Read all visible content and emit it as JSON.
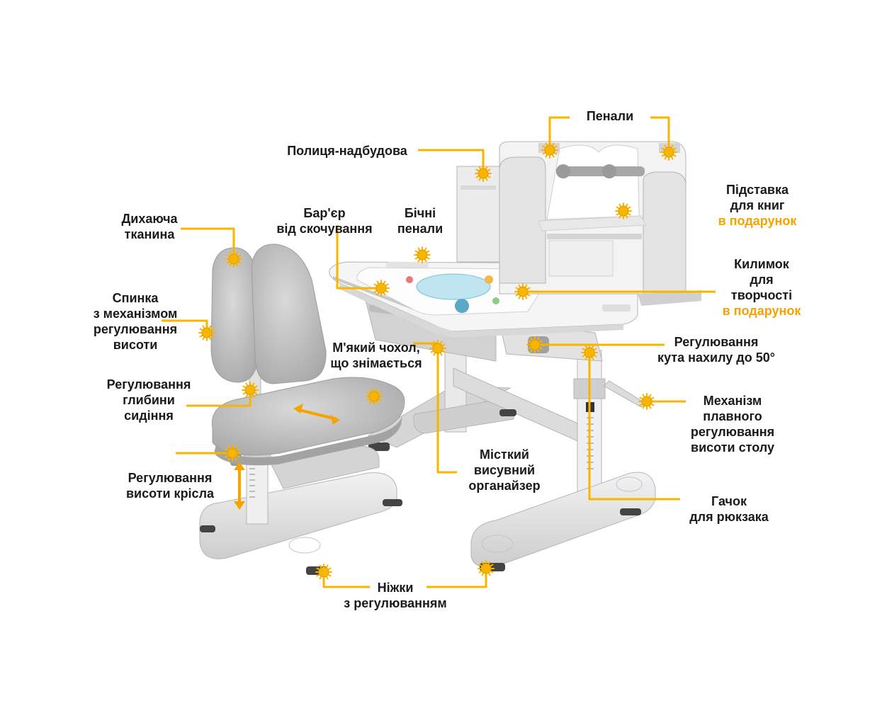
{
  "colors": {
    "accent": "#f4a300",
    "marker": "#f7b500",
    "text": "#1a1a1a",
    "furniture_light": "#e9e9e9",
    "furniture_mid": "#cfcfcf",
    "furniture_dark": "#a9a9a9",
    "background": "#ffffff"
  },
  "icons": {
    "marker": "sun-marker-icon",
    "arrow_double": "double-arrow-icon"
  },
  "labels": {
    "penals": [
      "Пенали"
    ],
    "shelf": [
      "Полиця-надбудова"
    ],
    "book_stand": [
      "Підставка",
      "для книг"
    ],
    "book_stand_gift": "в подарунок",
    "side_penals": [
      "Бічні",
      "пенали"
    ],
    "barrier": [
      "Бар'єр",
      "від скочування"
    ],
    "mat": [
      "Килимок",
      "для",
      "творчості"
    ],
    "mat_gift": "в подарунок",
    "fabric": [
      "Дихаюча",
      "тканина"
    ],
    "backrest": [
      "Спинка",
      "з механізмом",
      "регулювання",
      "висоти"
    ],
    "cover": [
      "М'який чохол,",
      "що знімається"
    ],
    "tilt": [
      "Регулювання",
      "кута нахилу до 50°"
    ],
    "seat_depth": [
      "Регулювання",
      "глибини",
      "сидіння"
    ],
    "mechanism": [
      "Механізм",
      "плавного",
      "регулювання",
      "висоти столу"
    ],
    "organizer": [
      "Місткий",
      "висувний",
      "органайзер"
    ],
    "chair_height": [
      "Регулювання",
      "висоти крісла"
    ],
    "hook": [
      "Гачок",
      "для рюкзака"
    ],
    "feet": [
      "Ніжки",
      "з регулюванням"
    ]
  }
}
